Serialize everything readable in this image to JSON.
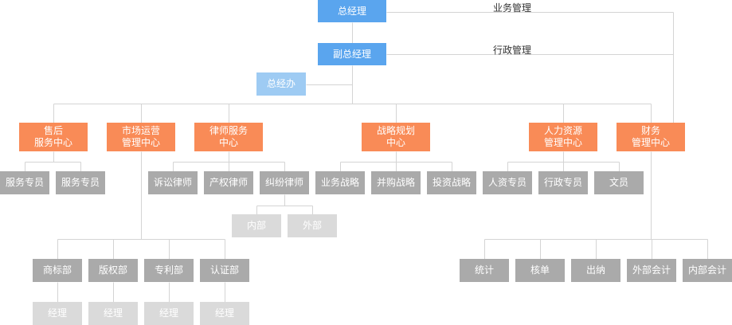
{
  "top": {
    "ceo": "总经理",
    "vice_ceo": "副总经理",
    "office": "总经办",
    "business_mgmt": "业务管理",
    "admin_mgmt": "行政管理"
  },
  "departments": {
    "after_sales": "售后\n服务中心",
    "market_ops": "市场运营\n管理中心",
    "lawyer": "律师服务\n中心",
    "strategy": "战略规划\n中心",
    "hr": "人力资源\n管理中心",
    "finance": "财务\n管理中心"
  },
  "after_sales_staff": [
    "服务专员",
    "服务专员"
  ],
  "lawyer_staff": [
    "诉讼律师",
    "产权律师",
    "纠纷律师"
  ],
  "dispute_units": [
    "内部",
    "外部"
  ],
  "strategy_staff": [
    "业务战略",
    "并购战略",
    "投资战略"
  ],
  "hr_staff": [
    "人资专员",
    "行政专员",
    "文员"
  ],
  "market_depts": [
    "商标部",
    "版权部",
    "专利部",
    "认证部"
  ],
  "market_managers": [
    "经理",
    "经理",
    "经理",
    "经理"
  ],
  "finance_staff": [
    "统计",
    "核单",
    "出纳",
    "外部会计",
    "内部会计"
  ]
}
